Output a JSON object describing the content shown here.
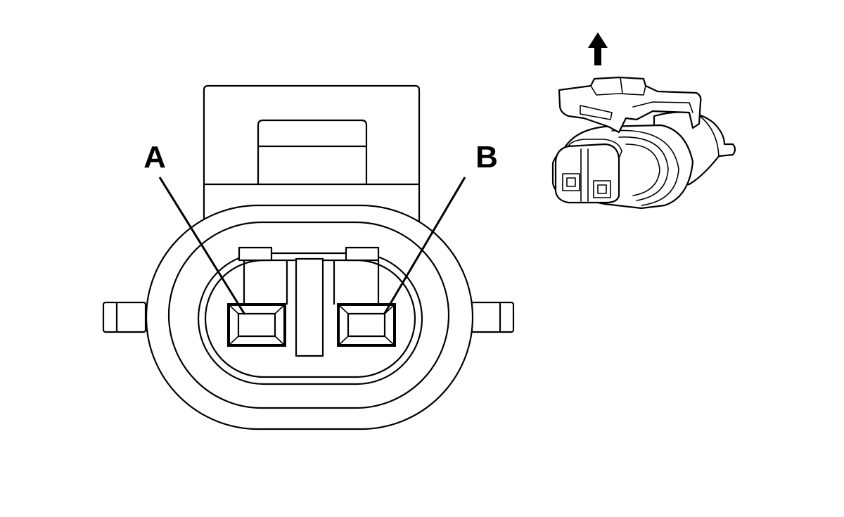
{
  "diagram": {
    "terminal_labels": [
      {
        "id": "A",
        "label": "A"
      },
      {
        "id": "B",
        "label": "B"
      }
    ],
    "orientation_arrow_icon": "up-arrow-icon",
    "colors": {
      "line": "#000000",
      "background": "#ffffff"
    }
  }
}
